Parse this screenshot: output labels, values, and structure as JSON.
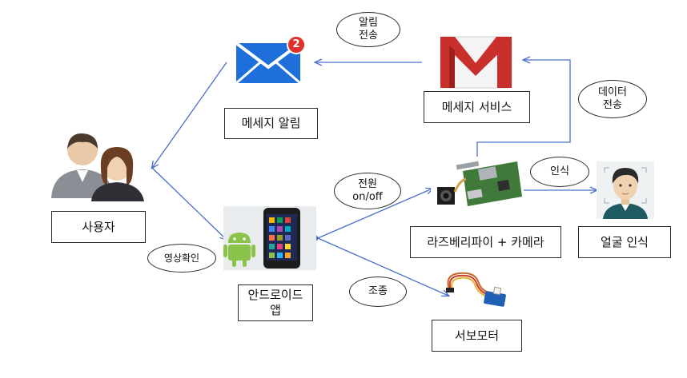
{
  "nodes": {
    "user": "사용자",
    "message_alert": "메세지 알림",
    "message_service": "메세지 서비스",
    "android_app": [
      "안드로이드",
      "앱"
    ],
    "raspberry_camera": "라즈베리파이 + 카메라",
    "face_recognition": "얼굴 인식",
    "servo_motor": "서보모터"
  },
  "edge_labels": {
    "alert_send": [
      "알림",
      "전송"
    ],
    "data_send": [
      "데이터",
      "전송"
    ],
    "power": [
      "전원",
      "on/off"
    ],
    "recognize": "인식",
    "control": "조종",
    "video_check": "영상확인"
  },
  "icons": {
    "mail_badge_count": "2",
    "mail": "envelope-icon",
    "gmail": "gmail-logo-icon",
    "users": "users-icon",
    "phone": "android-phone-icon",
    "raspberry": "raspberry-pi-board-icon",
    "face": "face-avatar-icon",
    "servo": "servo-motor-icon"
  },
  "colors": {
    "arrow": "#4a6fc9",
    "envelope": "#1e6fd9",
    "badge": "#e0312c",
    "gmail_red": "#c9302c"
  }
}
